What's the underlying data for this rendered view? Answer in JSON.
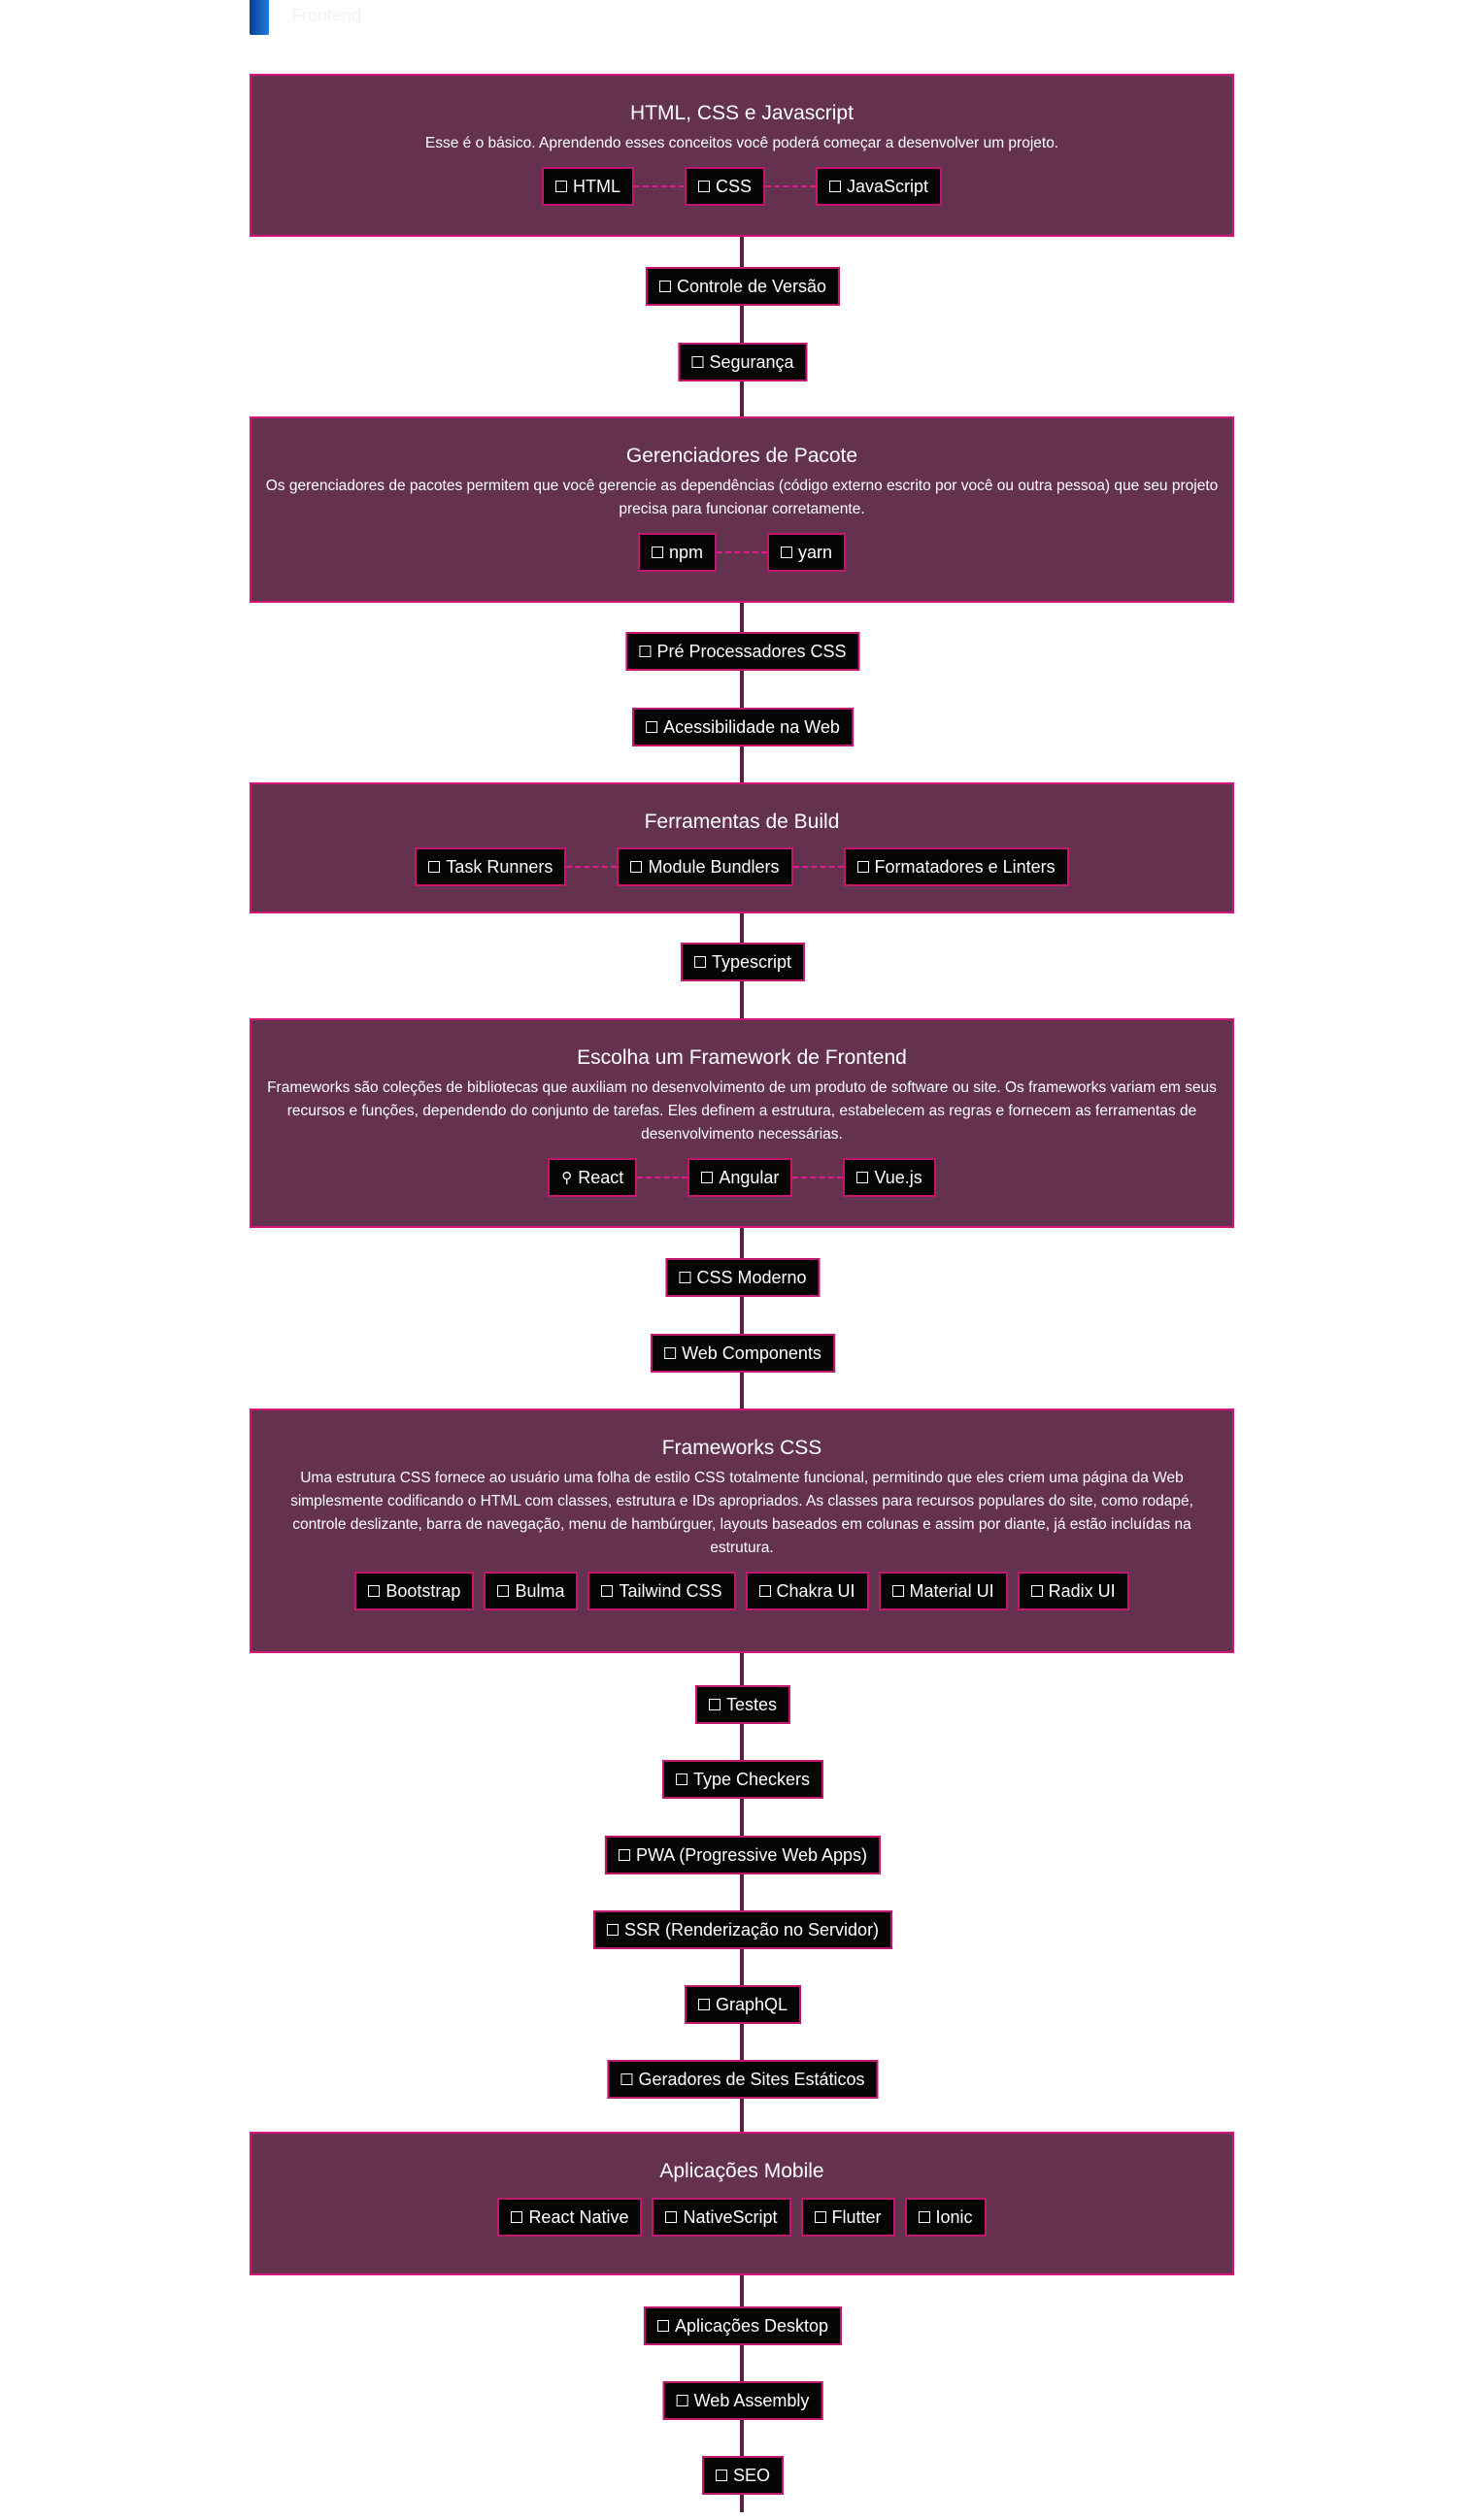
{
  "top_strip_text": "Frontend",
  "sections": [
    {
      "title": "HTML, CSS e Javascript",
      "desc": "Esse é o básico. Aprendendo esses conceitos você poderá começar a desenvolver um projeto.",
      "items": [
        {
          "label": "HTML"
        },
        {
          "label": "CSS"
        },
        {
          "label": "JavaScript"
        }
      ]
    },
    {
      "title": "Gerenciadores de Pacote",
      "desc": "Os gerenciadores de pacotes permitem que você gerencie as dependências (código externo escrito por você ou outra pessoa) que seu projeto precisa para funcionar corretamente.",
      "items": [
        {
          "label": "npm"
        },
        {
          "label": "yarn"
        }
      ]
    },
    {
      "title": "Ferramentas de Build",
      "desc": "",
      "items": [
        {
          "label": "Task Runners"
        },
        {
          "label": "Module Bundlers"
        },
        {
          "label": "Formatadores e Linters"
        }
      ]
    },
    {
      "title": "Escolha um Framework de Frontend",
      "desc": "Frameworks são coleções de bibliotecas que auxiliam no desenvolvimento de um produto de software ou site. Os frameworks variam em seus recursos e funções, dependendo do conjunto de tarefas. Eles definem a estrutura, estabelecem as regras e fornecem as ferramentas de desenvolvimento necessárias.",
      "items": [
        {
          "label": "React",
          "icon": "⚲"
        },
        {
          "label": "Angular"
        },
        {
          "label": "Vue.js"
        }
      ]
    },
    {
      "title": "Frameworks CSS",
      "desc": "Uma estrutura CSS fornece ao usuário uma folha de estilo CSS totalmente funcional, permitindo que eles criem uma página da Web simplesmente codificando o HTML com classes, estrutura e IDs apropriados. As classes para recursos populares do site, como rodapé, controle deslizante, barra de navegação, menu de hambúrguer, layouts baseados em colunas e assim por diante, já estão incluídas na estrutura.",
      "items": [
        {
          "label": "Bootstrap"
        },
        {
          "label": "Bulma"
        },
        {
          "label": "Tailwind CSS"
        },
        {
          "label": "Chakra UI"
        },
        {
          "label": "Material UI"
        },
        {
          "label": "Radix UI"
        }
      ]
    },
    {
      "title": "Aplicações Mobile",
      "desc": "",
      "items": [
        {
          "label": "React Native"
        },
        {
          "label": "NativeScript"
        },
        {
          "label": "Flutter"
        },
        {
          "label": "Ionic"
        }
      ]
    }
  ],
  "standalone": [
    "Controle de Versão",
    "Segurança",
    "Pré Processadores CSS",
    "Acessibilidade na Web",
    "Typescript",
    "CSS Moderno",
    "Web Components",
    "Testes",
    "Type Checkers",
    "PWA (Progressive Web Apps)",
    "SSR (Renderização no Servidor)",
    "GraphQL",
    "Geradores de Sites Estáticos",
    "Aplicações Desktop",
    "Web Assembly",
    "SEO"
  ],
  "colors": {
    "section_bg": "#64324f",
    "accent": "#d4147a",
    "node_bg": "#050505",
    "spine": "#5b1e3e"
  }
}
